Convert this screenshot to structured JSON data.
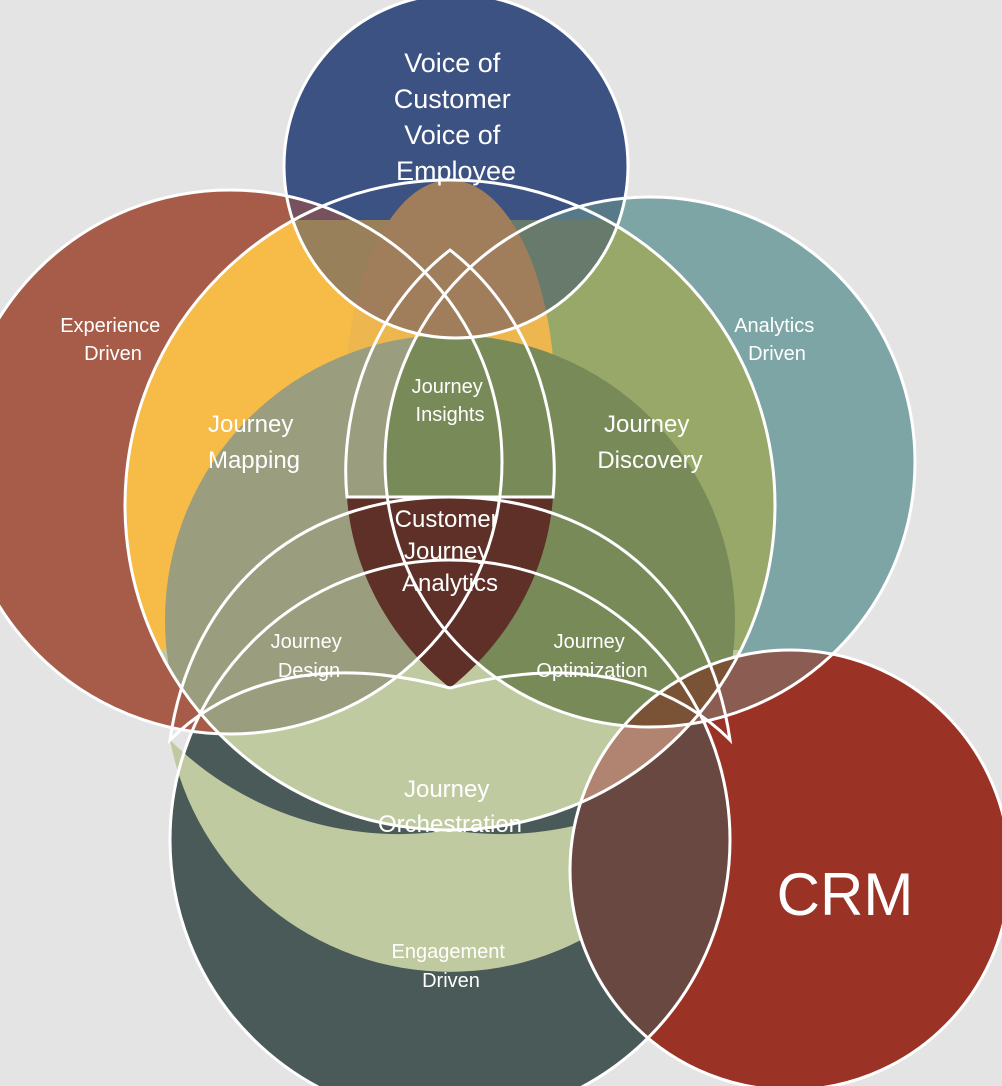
{
  "diagram": {
    "voice": {
      "lines": [
        "Voice of",
        "Customer",
        "Voice of",
        "Employee"
      ],
      "color": "#3c5282"
    },
    "experience_driven": {
      "lines": [
        "Experience",
        "Driven"
      ],
      "color": "#a65c48"
    },
    "analytics_driven": {
      "lines": [
        "Analytics",
        "Driven"
      ],
      "color": "#7ea5a5"
    },
    "engagement_driven": {
      "lines": [
        "Engagement",
        "Driven"
      ],
      "color": "#4a5a58"
    },
    "crm": {
      "label": "CRM",
      "color": "#9a3226"
    },
    "journey_mapping": {
      "lines": [
        "Journey",
        "Mapping"
      ],
      "color": "#f7bb48"
    },
    "journey_discovery": {
      "lines": [
        "Journey",
        "Discovery"
      ],
      "color": "#98a868"
    },
    "journey_orchestration": {
      "lines": [
        "Journey",
        "Orchestration"
      ],
      "color": "#c0caa0"
    },
    "journey_insights": {
      "lines": [
        "Journey",
        "Insights"
      ],
      "color": "#eeb64e"
    },
    "journey_design": {
      "lines": [
        "Journey",
        "Design"
      ],
      "color": "#9a9e7e"
    },
    "journey_optimization": {
      "lines": [
        "Journey",
        "Optimization"
      ],
      "color": "#788a58"
    },
    "customer_journey_analytics": {
      "lines": [
        "Customer",
        "Journey",
        "Analytics"
      ],
      "color": "#5e3028"
    }
  }
}
